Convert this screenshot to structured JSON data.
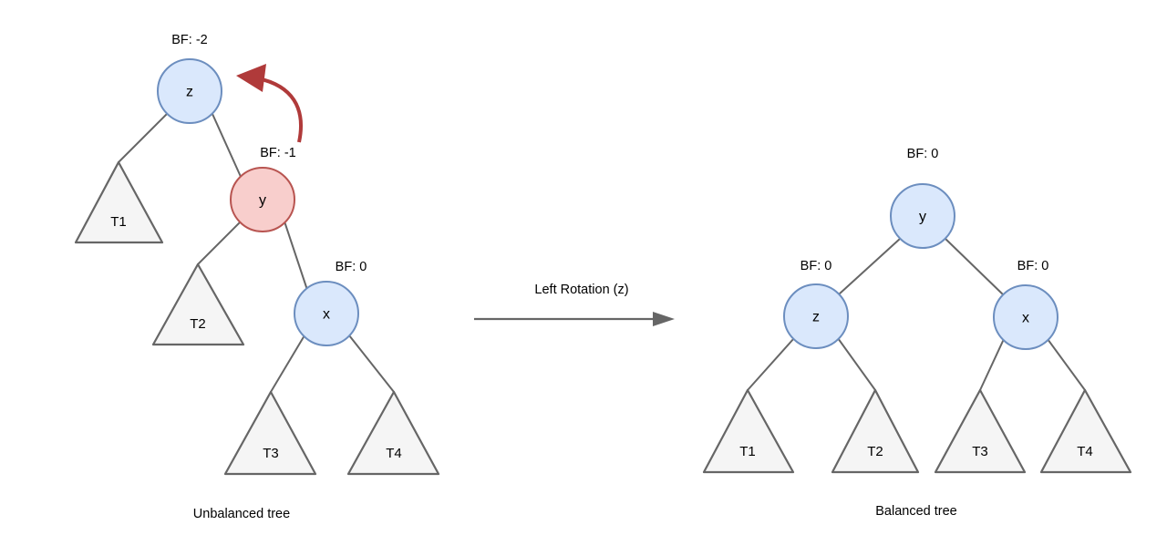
{
  "diagram": {
    "type": "avl-tree-rotation",
    "title_left_caption": "Unbalanced tree",
    "title_right_caption": "Balanced tree",
    "transition_label": "Left Rotation (z)",
    "colors": {
      "node_blue_fill": "#dae8fc",
      "node_blue_stroke": "#6c8ebf",
      "node_red_fill": "#f8cecc",
      "node_red_stroke": "#b85450",
      "subtree_fill": "#f5f5f5",
      "edge_stroke": "#666666",
      "rotation_arrow": "#b03a3a",
      "text": "#000000",
      "background": "#ffffff"
    },
    "left_tree": {
      "nodes": [
        {
          "id": "z",
          "label": "z",
          "bf_label": "BF: -2",
          "color": "blue"
        },
        {
          "id": "y",
          "label": "y",
          "bf_label": "BF: -1",
          "color": "red"
        },
        {
          "id": "x",
          "label": "x",
          "bf_label": "BF: 0",
          "color": "blue"
        }
      ],
      "subtrees": [
        {
          "id": "T1",
          "label": "T1"
        },
        {
          "id": "T2",
          "label": "T2"
        },
        {
          "id": "T3",
          "label": "T3"
        },
        {
          "id": "T4",
          "label": "T4"
        }
      ]
    },
    "right_tree": {
      "nodes": [
        {
          "id": "y",
          "label": "y",
          "bf_label": "BF: 0",
          "color": "blue"
        },
        {
          "id": "z",
          "label": "z",
          "bf_label": "BF: 0",
          "color": "blue"
        },
        {
          "id": "x",
          "label": "x",
          "bf_label": "BF: 0",
          "color": "blue"
        }
      ],
      "subtrees": [
        {
          "id": "T1",
          "label": "T1"
        },
        {
          "id": "T2",
          "label": "T2"
        },
        {
          "id": "T3",
          "label": "T3"
        },
        {
          "id": "T4",
          "label": "T4"
        }
      ]
    }
  }
}
